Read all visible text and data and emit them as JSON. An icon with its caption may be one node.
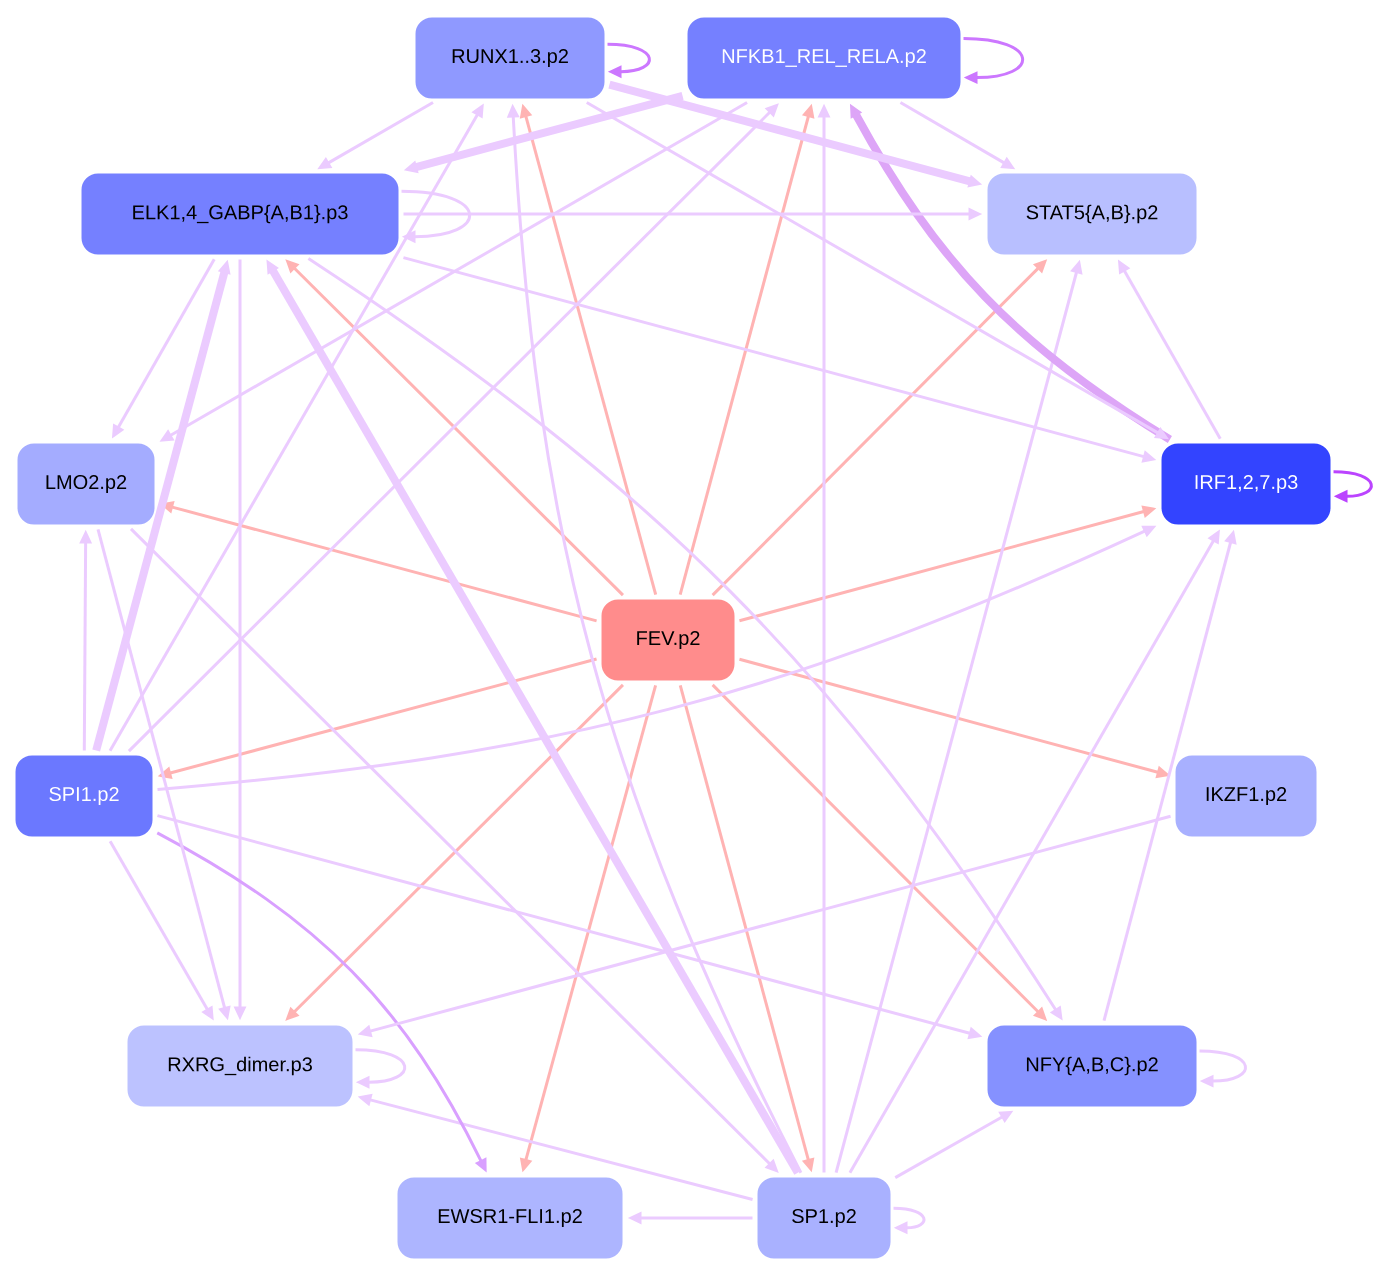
{
  "diagram": {
    "nodes": [
      {
        "text": [
          "RUNX1..3.p2"
        ]
      },
      {
        "text": [
          "NFKB1_REL_RELA.p2"
        ]
      },
      {
        "text": [
          "ELK1,4_GABP{A,B1}.p3"
        ]
      },
      {
        "text": [
          "STAT5{A,B}.p2"
        ]
      },
      {
        "text": [
          "LMO2.p2"
        ]
      },
      {
        "text": [
          "IRF1,2,7.p3"
        ]
      },
      {
        "text": [
          "FEV.p2"
        ]
      },
      {
        "text": [
          "SPI1.p2"
        ]
      },
      {
        "text": [
          "IKZF1.p2"
        ]
      },
      {
        "text": [
          "RXRG_dimer.p3"
        ]
      },
      {
        "text": [
          "NFY{A,B,C}.p2"
        ]
      },
      {
        "text": [
          "EWSR1-FLI1.p2"
        ]
      },
      {
        "text": [
          "SP1.p2"
        ]
      }
    ],
    "edges": [
      {
        "from": 6,
        "to": 2,
        "arrow": "to",
        "color": "#ffb3b3"
      },
      {
        "from": 6,
        "to": 0,
        "arrow": "to",
        "color": "#ffb3b3"
      },
      {
        "from": 6,
        "to": 1,
        "arrow": "to",
        "color": "#ffb3b3"
      },
      {
        "from": 6,
        "to": 3,
        "arrow": "to",
        "color": "#ffb3b3"
      },
      {
        "from": 6,
        "to": 5,
        "arrow": "to",
        "color": "#ffb3b3"
      },
      {
        "from": 6,
        "to": 4,
        "arrow": "to",
        "color": "#ffb3b3"
      },
      {
        "from": 6,
        "to": 7,
        "arrow": "to",
        "color": "#ffb3b3"
      },
      {
        "from": 6,
        "to": 8,
        "arrow": "to",
        "color": "#ffb3b3"
      },
      {
        "from": 6,
        "to": 10,
        "arrow": "to",
        "color": "#ffb3b3"
      },
      {
        "from": 6,
        "to": 12,
        "arrow": "to",
        "color": "#ffb3b3"
      },
      {
        "from": 6,
        "to": 11,
        "arrow": "to",
        "color": "#ffb3b3"
      },
      {
        "from": 6,
        "to": 9,
        "arrow": "to",
        "color": "#ffb3b3"
      },
      {
        "from": 0,
        "to": 0,
        "arrow": "to",
        "color": "#cc77ff"
      },
      {
        "from": 1,
        "to": 1,
        "arrow": "to",
        "color": "#cc77ff"
      },
      {
        "from": 5,
        "to": 5,
        "arrow": "to",
        "color": "#bb44ff"
      },
      {
        "from": 2,
        "to": 2,
        "arrow": "to"
      },
      {
        "from": 9,
        "to": 9,
        "arrow": "to"
      },
      {
        "from": 10,
        "to": 10,
        "arrow": "to"
      },
      {
        "from": 12,
        "to": 12,
        "arrow": "to"
      },
      {
        "from": 12,
        "to": 11,
        "arrow": "to"
      },
      {
        "from": 12,
        "to": 9,
        "arrow": "to"
      },
      {
        "from": 12,
        "to": 10,
        "arrow": "to"
      },
      {
        "from": 12,
        "to": 5,
        "arrow": "to"
      },
      {
        "from": 12,
        "to": 3,
        "arrow": "to"
      },
      {
        "from": 12,
        "to": 1,
        "arrow": "to"
      },
      {
        "from": 12,
        "to": 0,
        "arrow": "to"
      },
      {
        "from": 12,
        "to": 2,
        "arrow": "to",
        "style": "thick"
      },
      {
        "from": 5,
        "to": 1,
        "arrow": "to",
        "style": "thick",
        "color": "#dda5f7"
      },
      {
        "from": 5,
        "to": 3,
        "arrow": "to"
      },
      {
        "from": 2,
        "to": 3,
        "arrow": "to"
      },
      {
        "from": 1,
        "to": 3,
        "arrow": "to"
      },
      {
        "from": 0,
        "to": 3,
        "arrow": "to",
        "style": "thick"
      },
      {
        "from": 2,
        "to": 4,
        "arrow": "to"
      },
      {
        "from": 2,
        "to": 9,
        "arrow": "to"
      },
      {
        "from": 7,
        "to": 2,
        "arrow": "to",
        "style": "thick"
      },
      {
        "from": 7,
        "to": 4,
        "arrow": "to"
      },
      {
        "from": 7,
        "to": 9,
        "arrow": "to"
      },
      {
        "from": 7,
        "to": 11,
        "arrow": "to",
        "color": "#d9a0ff"
      },
      {
        "from": 7,
        "to": 10,
        "arrow": "to"
      },
      {
        "from": 7,
        "to": 0,
        "arrow": "to"
      },
      {
        "from": 7,
        "to": 1,
        "arrow": "to"
      },
      {
        "from": 7,
        "to": 5,
        "arrow": "to"
      },
      {
        "from": 4,
        "to": 9,
        "arrow": "to"
      },
      {
        "from": 4,
        "to": 12,
        "arrow": "to"
      },
      {
        "from": 10,
        "to": 5,
        "arrow": "to"
      },
      {
        "from": 8,
        "to": 9,
        "arrow": "to"
      },
      {
        "from": 0,
        "to": 2,
        "arrow": "to"
      },
      {
        "from": 1,
        "to": 2,
        "arrow": "to",
        "style": "thick"
      },
      {
        "from": 1,
        "to": 4,
        "arrow": "to"
      },
      {
        "from": 2,
        "to": 5,
        "arrow": "to"
      },
      {
        "from": 0,
        "to": 5,
        "arrow": "to"
      },
      {
        "from": 2,
        "to": 10,
        "arrow": "to"
      }
    ]
  }
}
